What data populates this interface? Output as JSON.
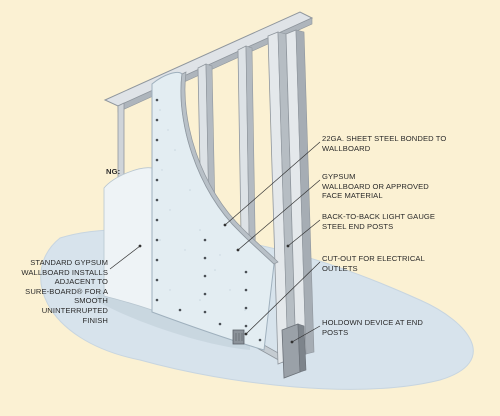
{
  "colors": {
    "background": "#fbf1d3",
    "floor": "#d7e3ec",
    "floor_edge": "#cfdbe5",
    "board": "#e6eff4",
    "board_face": "#dde8ee",
    "steel": "#c9ced3",
    "steel_dark": "#9aa1a8",
    "steel_light": "#eef1f3",
    "screw": "#4a4f55",
    "leader": "#333333"
  },
  "labels": {
    "left_partial": "NG:",
    "standard_board": "STANDARD GYPSUM\nWALLBOARD INSTALLS\nADJACENT TO\nSURE-BOARD® FOR A\nSMOOTH\nUNINTERRUPTED FINISH",
    "steel_sheet": "22GA. SHEET STEEL BONDED TO\nWALLBOARD",
    "gypsum": "GYPSUM\nWALLBOARD OR APPROVED\nFACE MATERIAL",
    "end_posts": "BACK-TO-BACK LIGHT GAUGE\nSTEEL END POSTS",
    "cutout": "CUT-OUT FOR ELECTRICAL\nOUTLETS",
    "holdown": "HOLDOWN DEVICE AT END\nPOSTS"
  },
  "icons": {
    "steel_stud": "steel-stud-icon",
    "screw": "screw-dot-icon",
    "outlet": "electrical-outlet-icon",
    "holdown": "holdown-bracket-icon"
  }
}
